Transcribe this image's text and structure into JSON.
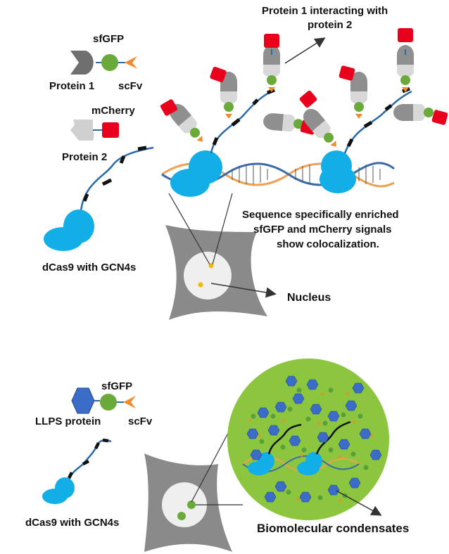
{
  "top": {
    "protein1_title": "Protein 1 interacting with",
    "protein1_title2": "protein 2",
    "sfgfp": "sfGFP",
    "protein1": "Protein 1",
    "scfv": "scFv",
    "mcherry": "mCherry",
    "protein2": "Protein 2",
    "dcas9": "dCas9 with GCN4s",
    "seq_line1": "Sequence specifically enriched",
    "seq_line2": "sfGFP and mCherry signals",
    "seq_line3": "show colocalization.",
    "nucleus": "Nucleus"
  },
  "bottom": {
    "sfgfp": "sfGFP",
    "llps": "LLPS protein",
    "scfv": "scFv",
    "dcas9": "dCas9 with GCN4s",
    "condensates": "Biomolecular condensates"
  },
  "colors": {
    "sfgfp_green": "#6aaa3a",
    "mcherry_red": "#e8001c",
    "dcas9_blue": "#12aee8",
    "scfv_orange": "#f08a2a",
    "llps_blue": "#3a6cc8",
    "condensate_green": "#8cc63f",
    "dna_orange": "#f0a050",
    "dna_blue": "#3a6aa8",
    "cell_gray": "#8a8a8a"
  }
}
